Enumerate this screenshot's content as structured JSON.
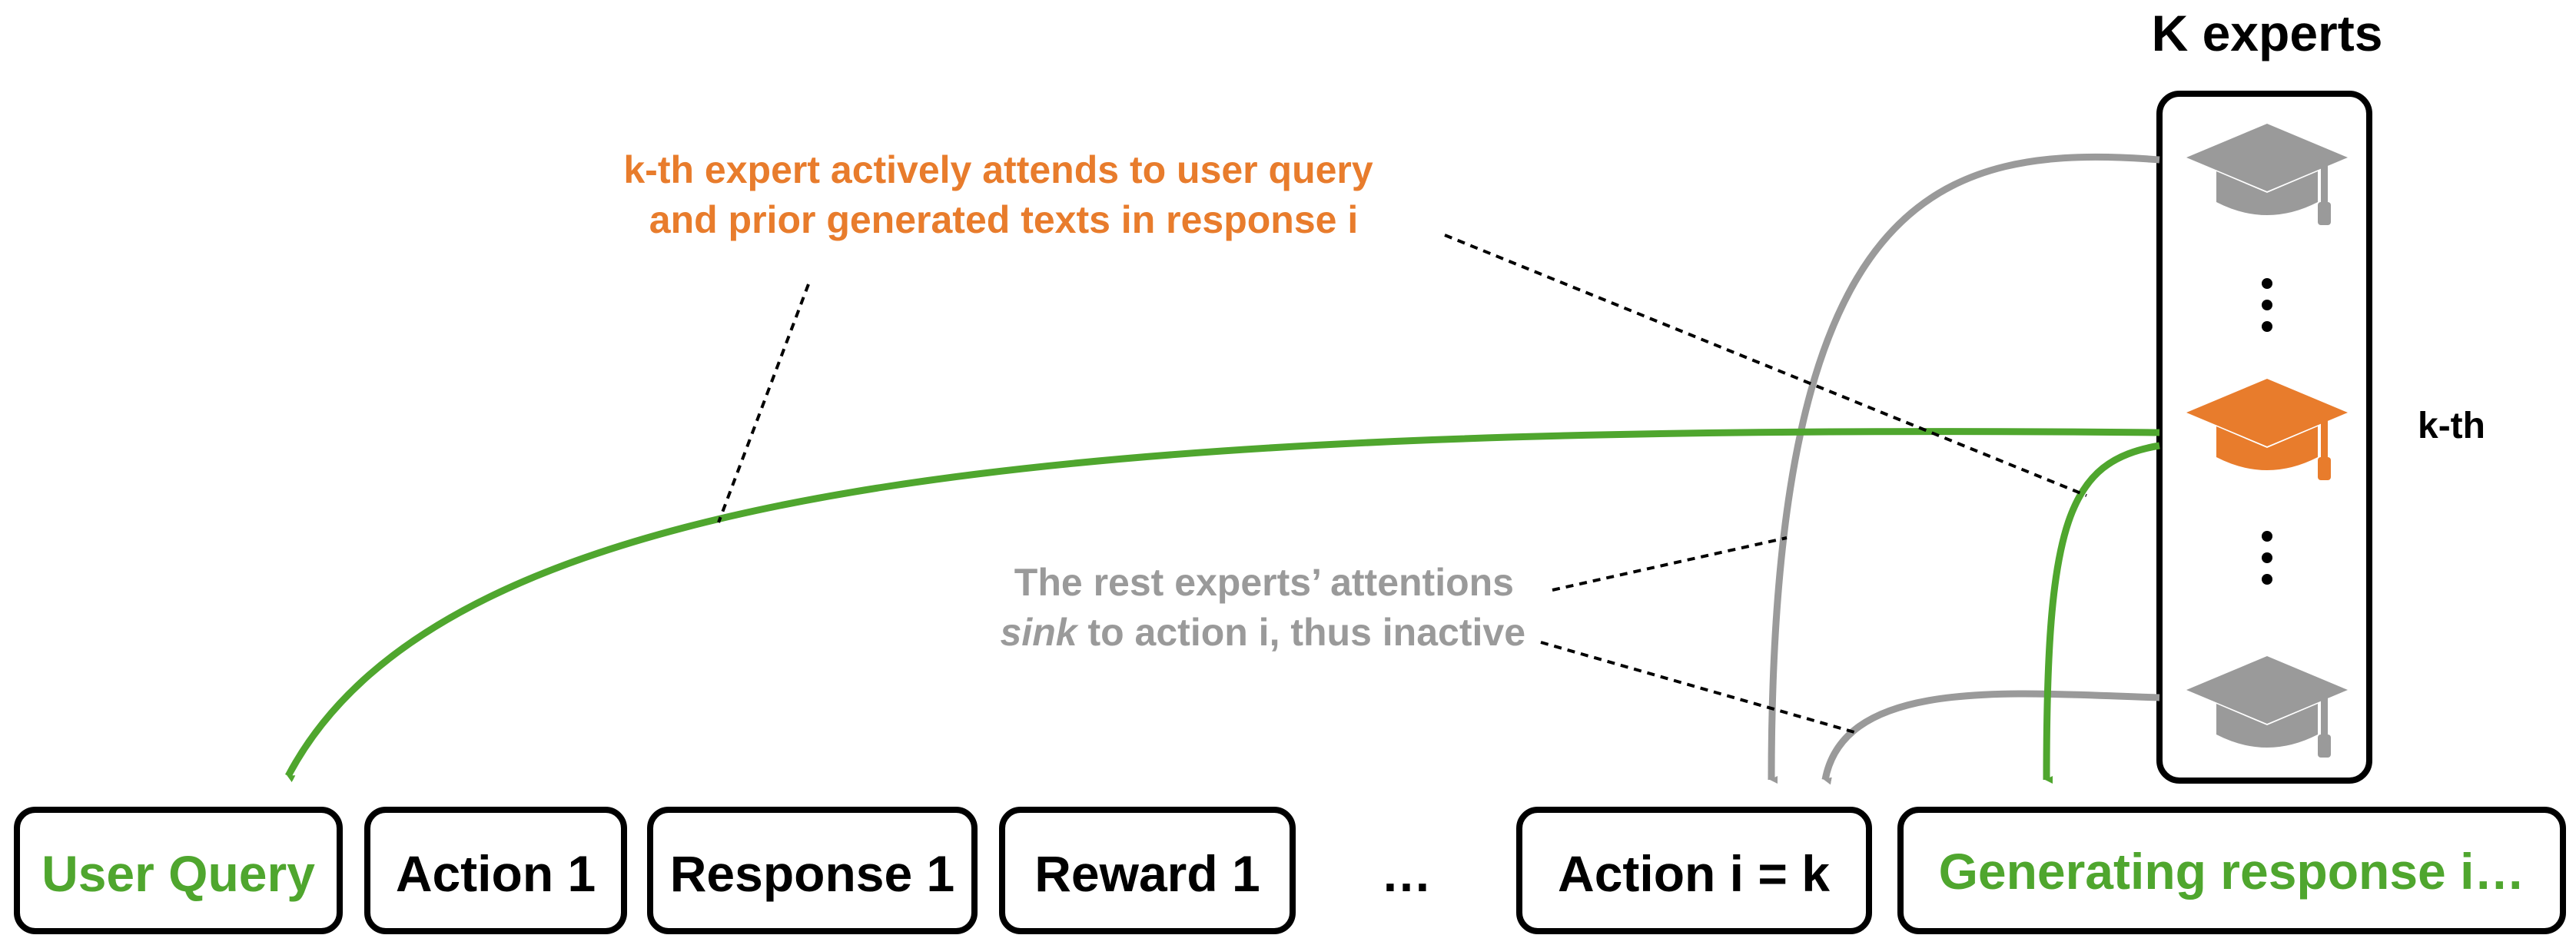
{
  "colors": {
    "green": "#4FA62E",
    "orange": "#E87C2C",
    "gray": "#9A9A9A",
    "black": "#000000"
  },
  "title": "K experts",
  "kth_label": "k-th",
  "experts_column": {
    "icon": "graduation-cap-icon",
    "dots": "⋮"
  },
  "orange_note": {
    "line1": "k-th expert actively attends to user query",
    "line2": "and prior generated texts in response i"
  },
  "gray_note": {
    "line1": "The rest experts’ attentions",
    "line2_italic": "sink",
    "line2_rest": " to action i, thus inactive"
  },
  "sequence": [
    {
      "label": "User Query",
      "color": "green"
    },
    {
      "label": "Action 1",
      "color": "black"
    },
    {
      "label": "Response 1",
      "color": "black"
    },
    {
      "label": "Reward 1",
      "color": "black"
    },
    {
      "label": "…",
      "color": "black"
    },
    {
      "label": "Action i = k",
      "color": "black"
    },
    {
      "label": "Generating response i…",
      "color": "green"
    }
  ]
}
